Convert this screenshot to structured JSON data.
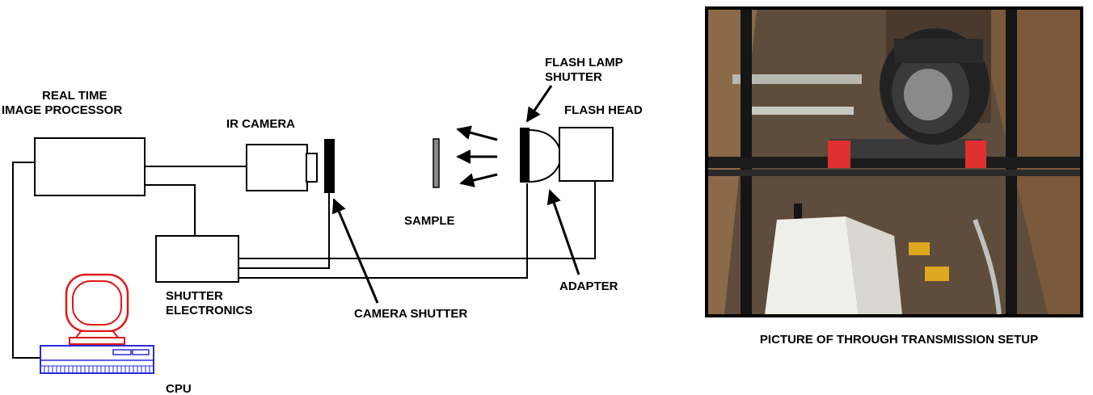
{
  "diagram": {
    "labels": {
      "processor_line1": "REAL TIME",
      "processor_line2": "IMAGE PROCESSOR",
      "ir_camera": "IR CAMERA",
      "flash_lamp_shutter_line1": "FLASH LAMP",
      "flash_lamp_shutter_line2": "SHUTTER",
      "flash_head": "FLASH HEAD",
      "sample": "SAMPLE",
      "shutter_electronics_line1": "SHUTTER",
      "shutter_electronics_line2": "ELECTRONICS",
      "camera_shutter": "CAMERA SHUTTER",
      "adapter": "ADAPTER",
      "cpu": "CPU"
    },
    "colors": {
      "stroke": "#000000",
      "monitor": "#e01818",
      "cpu_unit": "#2a2ad8"
    }
  },
  "photo": {
    "caption": "PICTURE OF THROUGH TRANSMISSION SETUP"
  }
}
